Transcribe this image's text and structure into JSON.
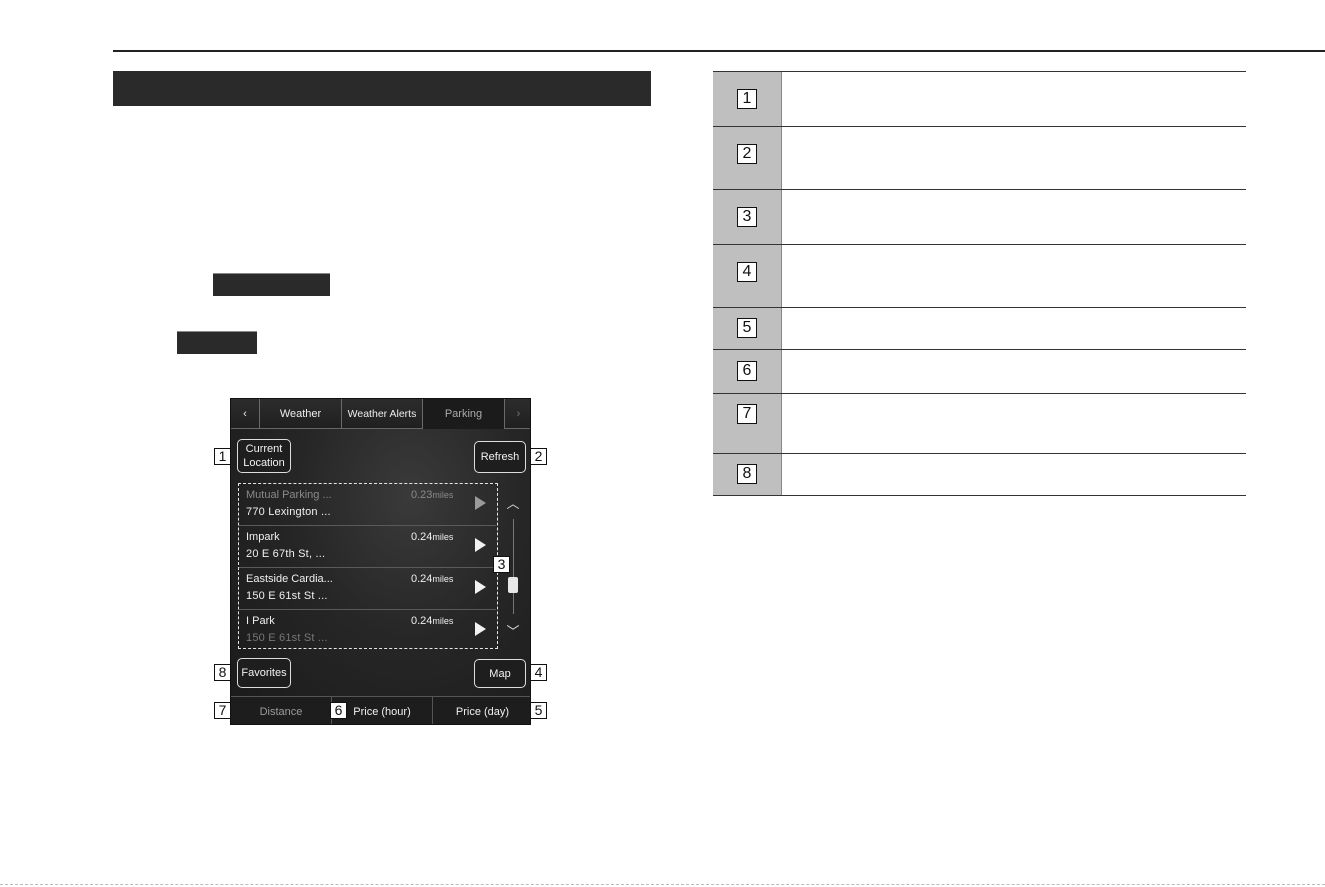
{
  "screen": {
    "tabs": {
      "back_glyph": "‹",
      "weather": "Weather",
      "weather_alerts": "Weather Alerts",
      "parking": "Parking",
      "next_glyph": "›"
    },
    "buttons": {
      "current_location_line1": "Current",
      "current_location_line2": "Location",
      "refresh": "Refresh",
      "favorites": "Favorites",
      "map": "Map"
    },
    "list": [
      {
        "name": "Mutual Parking ...",
        "distance": "0.23",
        "unit": "miles",
        "address": "770 Lexington ..."
      },
      {
        "name": "Impark",
        "distance": "0.24",
        "unit": "miles",
        "address": "20 E 67th St, ..."
      },
      {
        "name": "Eastside Cardia...",
        "distance": "0.24",
        "unit": "miles",
        "address": "150 E 61st St ..."
      },
      {
        "name": "I Park",
        "distance": "0.24",
        "unit": "miles",
        "address": "150 E 61st St ..."
      }
    ],
    "scroll": {
      "up_glyph": "︿",
      "down_glyph": "﹀"
    },
    "bottom_tabs": {
      "distance": "Distance",
      "price_hour": "Price (hour)",
      "price_day": "Price (day)"
    }
  },
  "callouts": [
    "1",
    "2",
    "3",
    "4",
    "5",
    "6",
    "7",
    "8"
  ],
  "reference_table": [
    "1",
    "2",
    "3",
    "4",
    "5",
    "6",
    "7",
    "8"
  ]
}
